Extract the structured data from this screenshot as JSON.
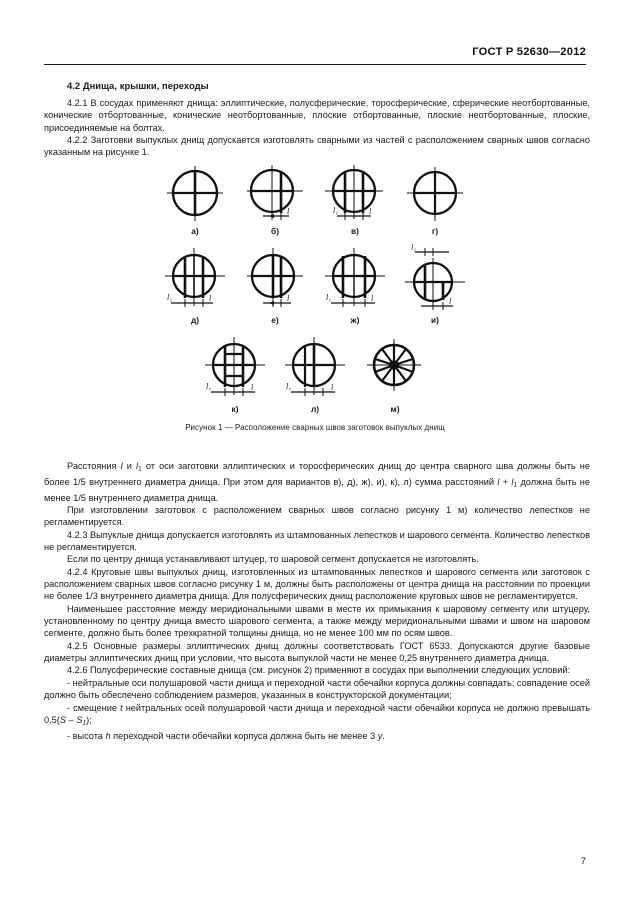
{
  "header": {
    "standard": "ГОСТ Р 52630—2012"
  },
  "page_number": "7",
  "section": {
    "heading": "4.2 Днища, крышки, переходы",
    "p_421": "4.2.1 В сосудах применяют днища: эллиптические, полусферические, торосферические, сферические неотбортованные, конические отбортованные, конические неотбортованные, плоские отбортованные, плоские неотбортованные, плоские, присоединяемые на болтах.",
    "p_422": "4.2.2 Заготовки выпуклых днищ допускается изготовлять сварными из частей с расположением сварных швов согласно указанным на рисунке 1."
  },
  "figure": {
    "caption": "Рисунок 1 — Расположение сварных швов заготовок выпуклых днищ",
    "dim_l": "l",
    "dim_l1": "l",
    "dim_l1_sub": "1",
    "variants": [
      {
        "label": "а)"
      },
      {
        "label": "б)"
      },
      {
        "label": "в)"
      },
      {
        "label": "г)"
      },
      {
        "label": "д)"
      },
      {
        "label": "е)"
      },
      {
        "label": "ж)"
      },
      {
        "label": "и)"
      },
      {
        "label": "к)"
      },
      {
        "label": "л)"
      },
      {
        "label": "м)"
      }
    ]
  },
  "after_figure": {
    "p_dist_1": "Расстояния",
    "p_dist_2": "и",
    "p_dist_3": "от оси заготовки эллиптических и торосферических днищ до центра сварного шва должны быть не более 1/5 внутреннего диаметра днища. При этом для вариантов в), д), ж), и), к), л) сумма расстояний",
    "p_dist_4": "+",
    "p_dist_5": "должна быть не менее 1/5 внутреннего диаметра днища.",
    "p_petals": "При изготовлении заготовок с расположением сварных швов согласно рисунку 1 м) количество лепестков не регламентируется.",
    "p_423": "4.2.3 Выпуклые днища допускается изготовлять из штампованных лепестков и шарового сегмента. Количество лепестков не регламентируется.",
    "p_423b": "Если по центру днища устанавливают штуцер, то шаровой сегмент допускается не изготовлять.",
    "p_424": "4.2.4 Круговые швы выпуклых днищ, изготовленных из штампованных лепестков и шарового сегмента или заготовок с расположением сварных швов согласно рисунку 1 м, должны быть расположены от центра днища на расстоянии по проекции не более 1/3 внутреннего диаметра днища. Для полусферических днищ расположение круговых швов не регламентируется.",
    "p_min_dist": "Наименьшее расстояние между меридиональными швами в месте их примыкания к шаровому сегменту или штуцеру, установленному по центру днища вместо шарового сегмента, а также между меридиональными швами и швом на шаровом сегменте, должно быть более трехкратной толщины днища, но не менее 100 мм по осям швов.",
    "p_425": "4.2.5 Основные размеры эллиптических днищ должны соответствовать ГОСТ 6533. Допускаются другие базовые диаметры эллиптических днищ при условии, что высота выпуклой части не менее 0,25 внутреннего диаметра днища.",
    "p_426": "4.2.6 Полусферические составные днища (см. рисунок 2) применяют в сосудах при выполнении следующих условий:",
    "bullet_1": "- нейтральные оси полушаровой части днища и переходной части обечайки корпуса должны совпадать; совпадение осей должно быть обеспечено соблюдением размеров, указанных в конструкторской документации;",
    "bullet_2_a": "- смещение",
    "bullet_2_var": "t",
    "bullet_2_b": "нейтральных осей полушаровой части днища и переходной части обечайки корпуса не должно превышать 0,5(",
    "bullet_2_S": "S",
    "bullet_2_minus": "–",
    "bullet_2_S1": "S",
    "bullet_2_S1sub": "1",
    "bullet_2_end": ");",
    "bullet_3_a": "- высота",
    "bullet_3_var": "h",
    "bullet_3_b": "переходной части обечайки корпуса должна быть не менее 3",
    "bullet_3_var2": "y",
    "bullet_3_end": "."
  },
  "colors": {
    "ink": "#1a1a1a",
    "paper": "#ffffff"
  }
}
